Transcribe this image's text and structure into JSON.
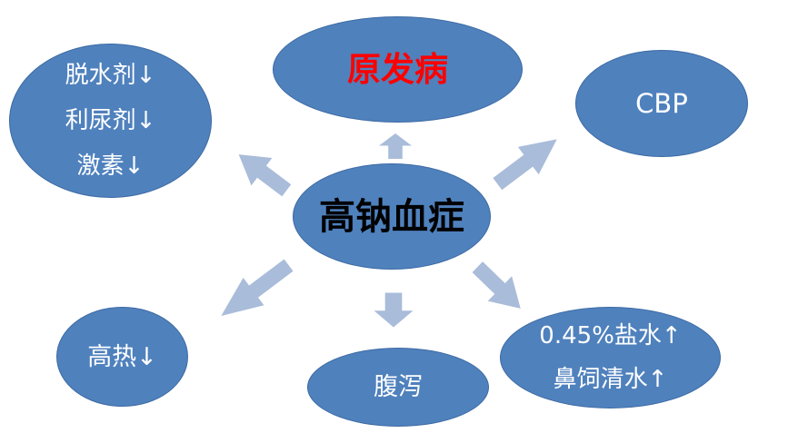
{
  "colors": {
    "background": "#ffffff",
    "node_fill": "#4f81bd",
    "node_border": "#3d6aa3",
    "arrow_fill": "#a9bcda",
    "node_label_color": "#ffffff",
    "primary_label_color": "#ff0000",
    "center_label_color": "#000000"
  },
  "center_node": {
    "label": "高钠血症"
  },
  "nodes": {
    "top_left": {
      "lines": [
        "脱水剂↓",
        "利尿剂↓",
        "激素↓"
      ]
    },
    "top_center": {
      "lines": [
        "原发病"
      ]
    },
    "top_right": {
      "lines": [
        "CBP"
      ]
    },
    "bottom_left": {
      "lines": [
        "高热↓"
      ]
    },
    "bottom_center": {
      "lines": [
        "腹泻"
      ]
    },
    "bottom_right": {
      "lines": [
        "0.45%盐水↑",
        "鼻饲清水↑"
      ]
    }
  },
  "arrows": [
    {
      "icon": "arrow-up-left-icon",
      "direction": "up-left"
    },
    {
      "icon": "arrow-up-icon",
      "direction": "up"
    },
    {
      "icon": "arrow-up-right-icon",
      "direction": "up-right"
    },
    {
      "icon": "arrow-down-left-icon",
      "direction": "down-left"
    },
    {
      "icon": "arrow-down-icon",
      "direction": "down"
    },
    {
      "icon": "arrow-down-right-icon",
      "direction": "down-right"
    }
  ]
}
